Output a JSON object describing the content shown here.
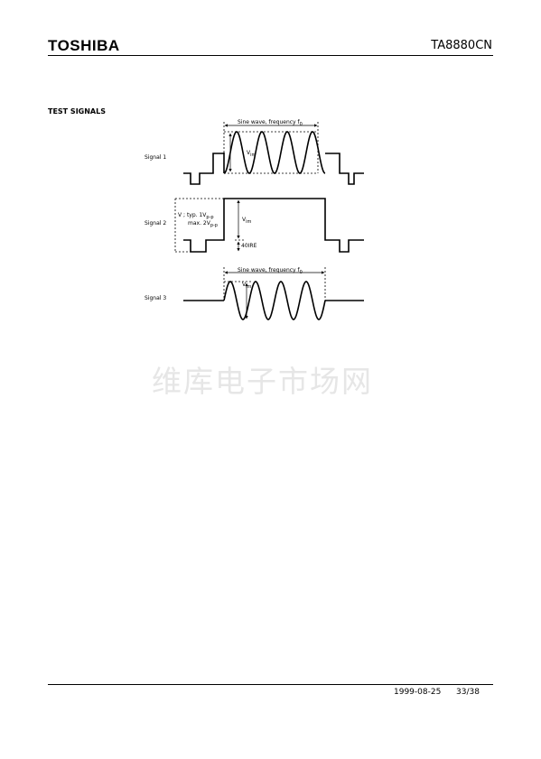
{
  "header": {
    "brand": "TOSHIBA",
    "part_number": "TA8880CN"
  },
  "section_title": "TEST SIGNALS",
  "signals": {
    "signal1": {
      "label": "Signal 1",
      "annotation": "Sine wave, frequency f",
      "annotation_sub": "0",
      "vim": "V",
      "vim_sub": "im"
    },
    "signal2": {
      "label": "Signal 2",
      "v_typ": "V ; typ. 1V",
      "v_typ_sub": "p-p",
      "v_max": "max. 2V",
      "v_max_sub": "p-p",
      "vim": "V",
      "vim_sub": "im",
      "ire": "40IRE"
    },
    "signal3": {
      "label": "Signal 3",
      "annotation": "Sine wave, frequency f",
      "annotation_sub": "0",
      "vim": "V",
      "vim_sub": "im"
    }
  },
  "watermark": "维库电子市场网",
  "footer": {
    "date": "1999-08-25",
    "page": "33/38"
  }
}
